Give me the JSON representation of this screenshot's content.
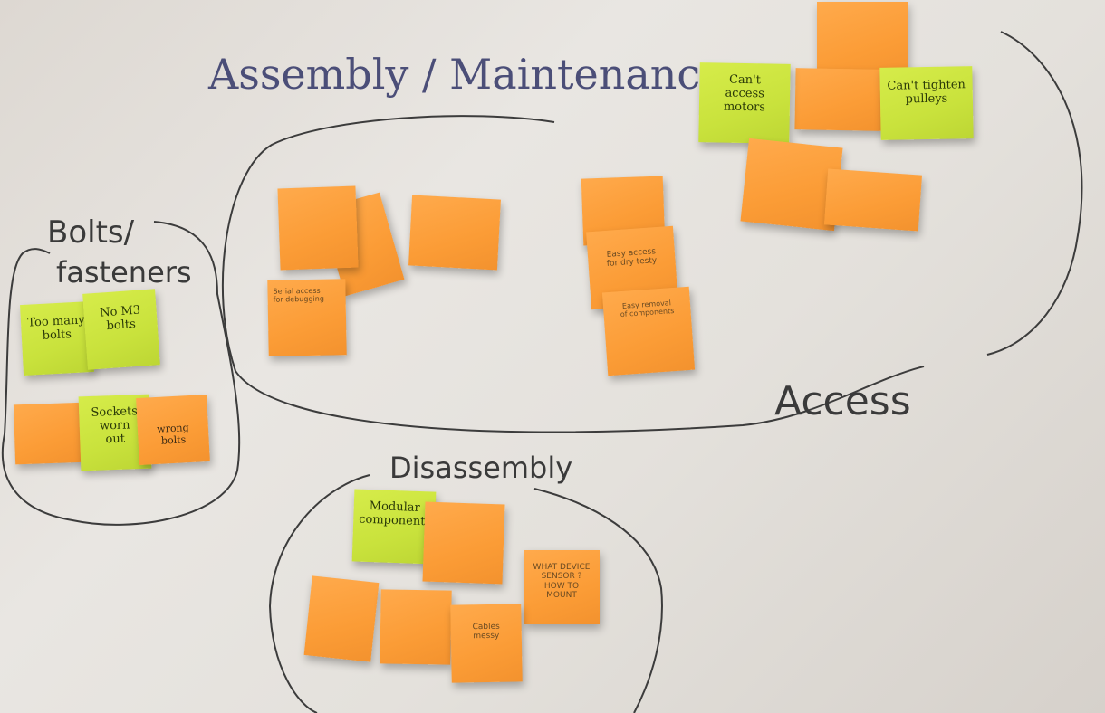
{
  "board": {
    "headings": {
      "assembly": "Assembly / Maintenance",
      "bolts_line1": "Bolts/",
      "bolts_line2": "fasteners",
      "access": "Access",
      "disassembly": "Disassembly"
    }
  },
  "notes": {
    "too_many_bolts": [
      "Too many",
      "bolts"
    ],
    "no_m3_bolts": [
      "No M3",
      "bolts"
    ],
    "sockets_worn_out": [
      "Sockets",
      "worn",
      "out"
    ],
    "wrong_bolts": [
      "wrong",
      "bolts"
    ],
    "cant_access_motors": [
      "Can't",
      "access",
      "motors"
    ],
    "cant_tighten_pulleys": [
      "Can't tighten",
      "pulleys"
    ],
    "modular_components": [
      "Modular",
      "components"
    ],
    "what_device": [
      "WHAT DEVICE",
      "SENSOR ?",
      "HOW TO",
      "MOUNT"
    ],
    "cables_messy": [
      "Cables",
      "messy"
    ],
    "easy_access_for_tidy": [
      "Easy access",
      "for dry testy"
    ],
    "easy_removal": [
      "Easy removal",
      "of components"
    ],
    "serial_access": [
      "Serial access",
      "for debugging"
    ]
  }
}
